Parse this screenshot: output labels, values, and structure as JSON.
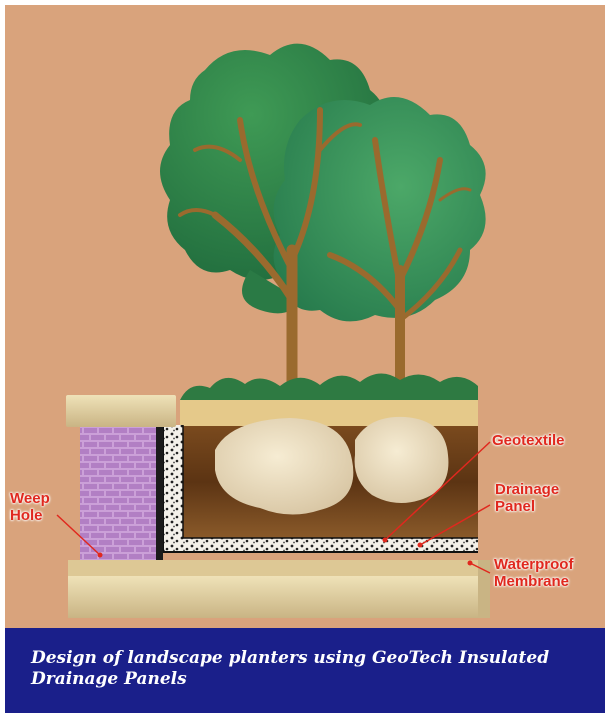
{
  "labels": {
    "geotextile": "Geotextile",
    "drainage_panel_line1": "Drainage",
    "drainage_panel_line2": "Panel",
    "weep_hole_line1": "Weep",
    "weep_hole_line2": "Hole",
    "waterproof_line1": "Waterproof",
    "waterproof_line2": "Membrane"
  },
  "caption": "Design of landscape planters using GeoTech Insulated Drainage Panels",
  "colors": {
    "background": "#d9a37c",
    "label_text": "#e0281e",
    "caption_band": "#1a1f8a",
    "caption_text": "#ffffff"
  }
}
